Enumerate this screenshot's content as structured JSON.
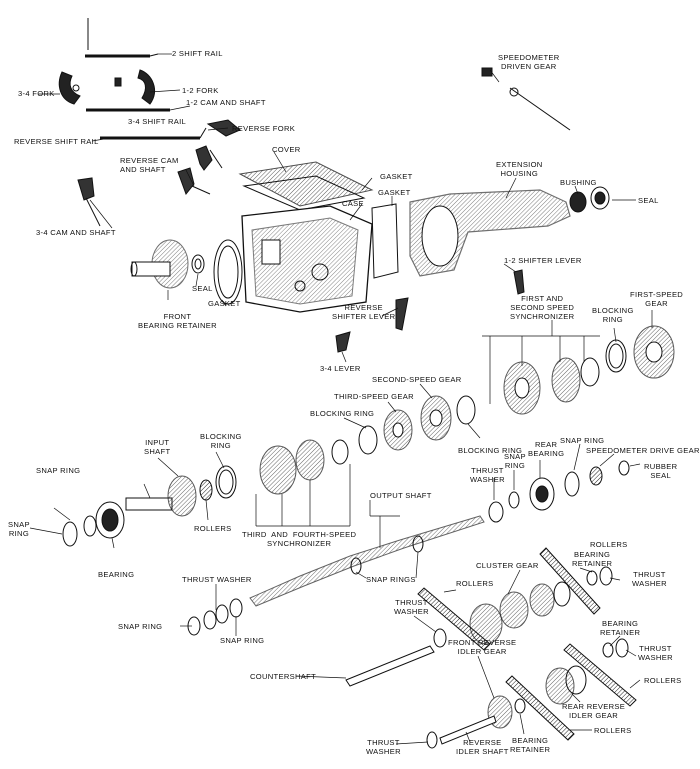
{
  "labels": {
    "shift_rail_2": "2 SHIFT RAIL",
    "fork_3_4": "3-4 FORK",
    "fork_1_2": "1-2 FORK",
    "cam_shaft_1_2": "1-2 CAM AND SHAFT",
    "shift_rail_3_4": "3-4 SHIFT RAIL",
    "reverse_fork": "REVERSE FORK",
    "reverse_shift_rail": "REVERSE SHIFT RAIL",
    "reverse_cam_shaft": "REVERSE CAM\nAND SHAFT",
    "cover": "COVER",
    "gasket_top": "GASKET",
    "gasket_mid": "GASKET",
    "gasket_left": "GASKET",
    "case": "CASE",
    "cam_shaft_3_4": "3-4 CAM AND SHAFT",
    "speedometer_driven_gear": "SPEEDOMETER\nDRIVEN GEAR",
    "extension_housing": "EXTENSION\nHOUSING",
    "bushing": "BUSHING",
    "seal_right": "SEAL",
    "seal_left": "SEAL",
    "front_bearing_retainer": "FRONT\nBEARING RETAINER",
    "shifter_lever_1_2": "1-2 SHIFTER LEVER",
    "reverse_shifter_lever": "REVERSE\nSHIFTER LEVER",
    "lever_3_4": "3-4 LEVER",
    "first_second_sync": "FIRST AND\nSECOND SPEED\nSYNCHRONIZER",
    "blocking_ring_right": "BLOCKING\nRING",
    "first_speed_gear": "FIRST-SPEED\nGEAR",
    "second_speed_gear": "SECOND-SPEED GEAR",
    "third_speed_gear": "THIRD-SPEED GEAR",
    "blocking_ring_mid": "BLOCKING RING",
    "blocking_ring_left": "BLOCKING\nRING",
    "input_shaft": "INPUT\nSHAFT",
    "blocking_ring_lower": "BLOCKING RING",
    "rear_bearing": "REAR\nBEARING",
    "snap_ring_rear": "SNAP\nRING",
    "snap_ring_right": "SNAP RING",
    "speedometer_drive_gear": "SPEEDOMETER DRIVE GEAR",
    "rubber_seal": "RUBBER\nSEAL",
    "thrust_washer_output": "THRUST\nWASHER",
    "snap_ring_upper_left": "SNAP RING",
    "snap_ring_far_left": "SNAP\nRING",
    "rollers_input": "ROLLERS",
    "bearing": "BEARING",
    "third_fourth_sync": "THIRD  AND  FOURTH-SPEED\nSYNCHRONIZER",
    "output_shaft": "OUTPUT SHAFT",
    "snap_rings": "SNAP RINGS",
    "cluster_gear": "CLUSTER GEAR",
    "rollers_cluster_left": "ROLLERS",
    "rollers_top_right": "ROLLERS",
    "bearing_retainer_top": "BEARING\nRETAINER",
    "thrust_washer_top_right": "THRUST\nWASHER",
    "thrust_washer_left": "THRUST WASHER",
    "snap_ring_lower_left": "SNAP RING",
    "snap_ring_lower": "SNAP RING",
    "thrust_washer_cluster": "THRUST\nWASHER",
    "bearing_retainer_right": "BEARING\nRETAINER",
    "thrust_washer_right": "THRUST\nWASHER",
    "rollers_right": "ROLLERS",
    "countershaft": "COUNTERSHAFT",
    "front_reverse_idler_gear": "FRONT REVERSE\nIDLER GEAR",
    "rear_reverse_idler_gear": "REAR REVERSE\nIDLER GEAR",
    "rollers_bottom": "ROLLERS",
    "thrust_washer_bottom": "THRUST\nWASHER",
    "reverse_idler_shaft": "REVERSE\nIDLER SHAFT",
    "bearing_retainer_bottom": "BEARING\nRETAINER"
  },
  "colors": {
    "ink": "#111111",
    "paper": "#ffffff"
  }
}
